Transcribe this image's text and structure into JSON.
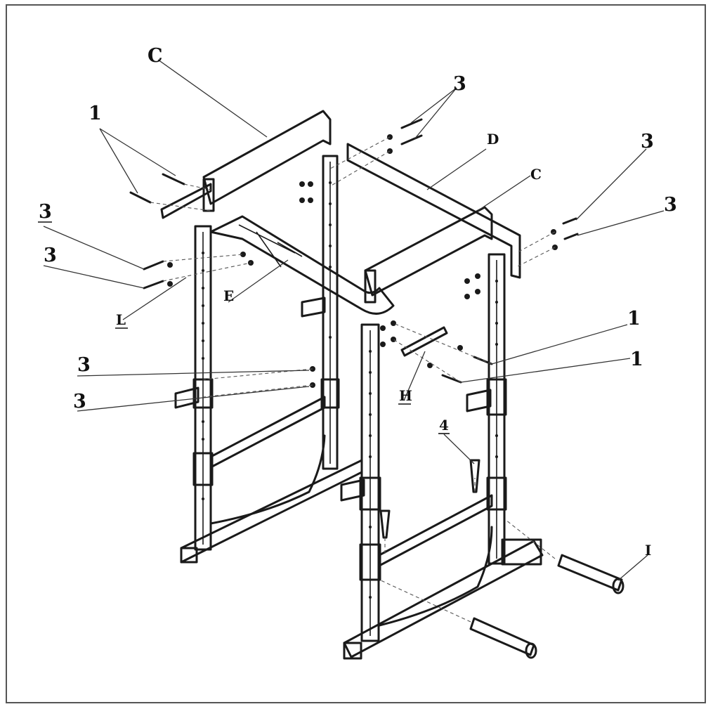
{
  "diagram": {
    "labels": {
      "c_top": "C",
      "c_right": "C",
      "d": "D",
      "e": "E",
      "h": "H",
      "i": "I",
      "l": "L",
      "bolt_1_a": "1",
      "bolt_1_b": "1",
      "bolt_1_c": "1",
      "bolt_3_a": "3",
      "bolt_3_b": "3",
      "bolt_3_c": "3",
      "bolt_3_d": "3",
      "bolt_3_e": "3",
      "bolt_3_f": "3",
      "bolt_3_g": "3",
      "pin_4": "4"
    }
  }
}
